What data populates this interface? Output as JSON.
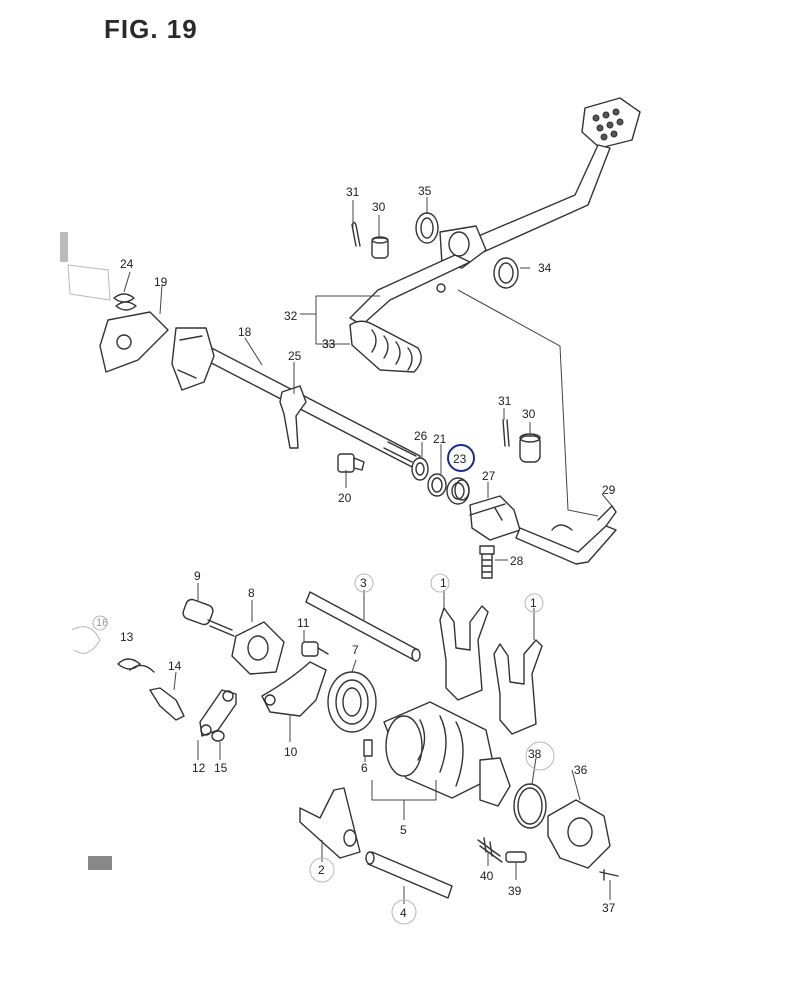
{
  "figure": {
    "title": "FIG. 19"
  },
  "highlight_color": "#1c2a8c",
  "parts": [
    {
      "id": "p1a",
      "number": "1"
    },
    {
      "id": "p1b",
      "number": "1"
    },
    {
      "id": "p2",
      "number": "2"
    },
    {
      "id": "p3",
      "number": "3"
    },
    {
      "id": "p4",
      "number": "4"
    },
    {
      "id": "p5",
      "number": "5"
    },
    {
      "id": "p6",
      "number": "6"
    },
    {
      "id": "p7",
      "number": "7"
    },
    {
      "id": "p8",
      "number": "8"
    },
    {
      "id": "p9",
      "number": "9"
    },
    {
      "id": "p10",
      "number": "10"
    },
    {
      "id": "p11",
      "number": "11"
    },
    {
      "id": "p12",
      "number": "12"
    },
    {
      "id": "p13",
      "number": "13"
    },
    {
      "id": "p14",
      "number": "14"
    },
    {
      "id": "p15",
      "number": "15"
    },
    {
      "id": "p16",
      "number": "16"
    },
    {
      "id": "p18",
      "number": "18"
    },
    {
      "id": "p19",
      "number": "19"
    },
    {
      "id": "p20",
      "number": "20"
    },
    {
      "id": "p21",
      "number": "21"
    },
    {
      "id": "p23",
      "number": "23",
      "circled": true
    },
    {
      "id": "p24",
      "number": "24"
    },
    {
      "id": "p25",
      "number": "25"
    },
    {
      "id": "p26",
      "number": "26"
    },
    {
      "id": "p27",
      "number": "27"
    },
    {
      "id": "p28",
      "number": "28"
    },
    {
      "id": "p29",
      "number": "29"
    },
    {
      "id": "p30a",
      "number": "30"
    },
    {
      "id": "p30b",
      "number": "30"
    },
    {
      "id": "p31a",
      "number": "31"
    },
    {
      "id": "p31b",
      "number": "31"
    },
    {
      "id": "p32",
      "number": "32"
    },
    {
      "id": "p33",
      "number": "33"
    },
    {
      "id": "p34",
      "number": "34"
    },
    {
      "id": "p35",
      "number": "35"
    },
    {
      "id": "p36",
      "number": "36"
    },
    {
      "id": "p37",
      "number": "37"
    },
    {
      "id": "p38",
      "number": "38"
    },
    {
      "id": "p39",
      "number": "39"
    },
    {
      "id": "p40",
      "number": "40"
    }
  ]
}
